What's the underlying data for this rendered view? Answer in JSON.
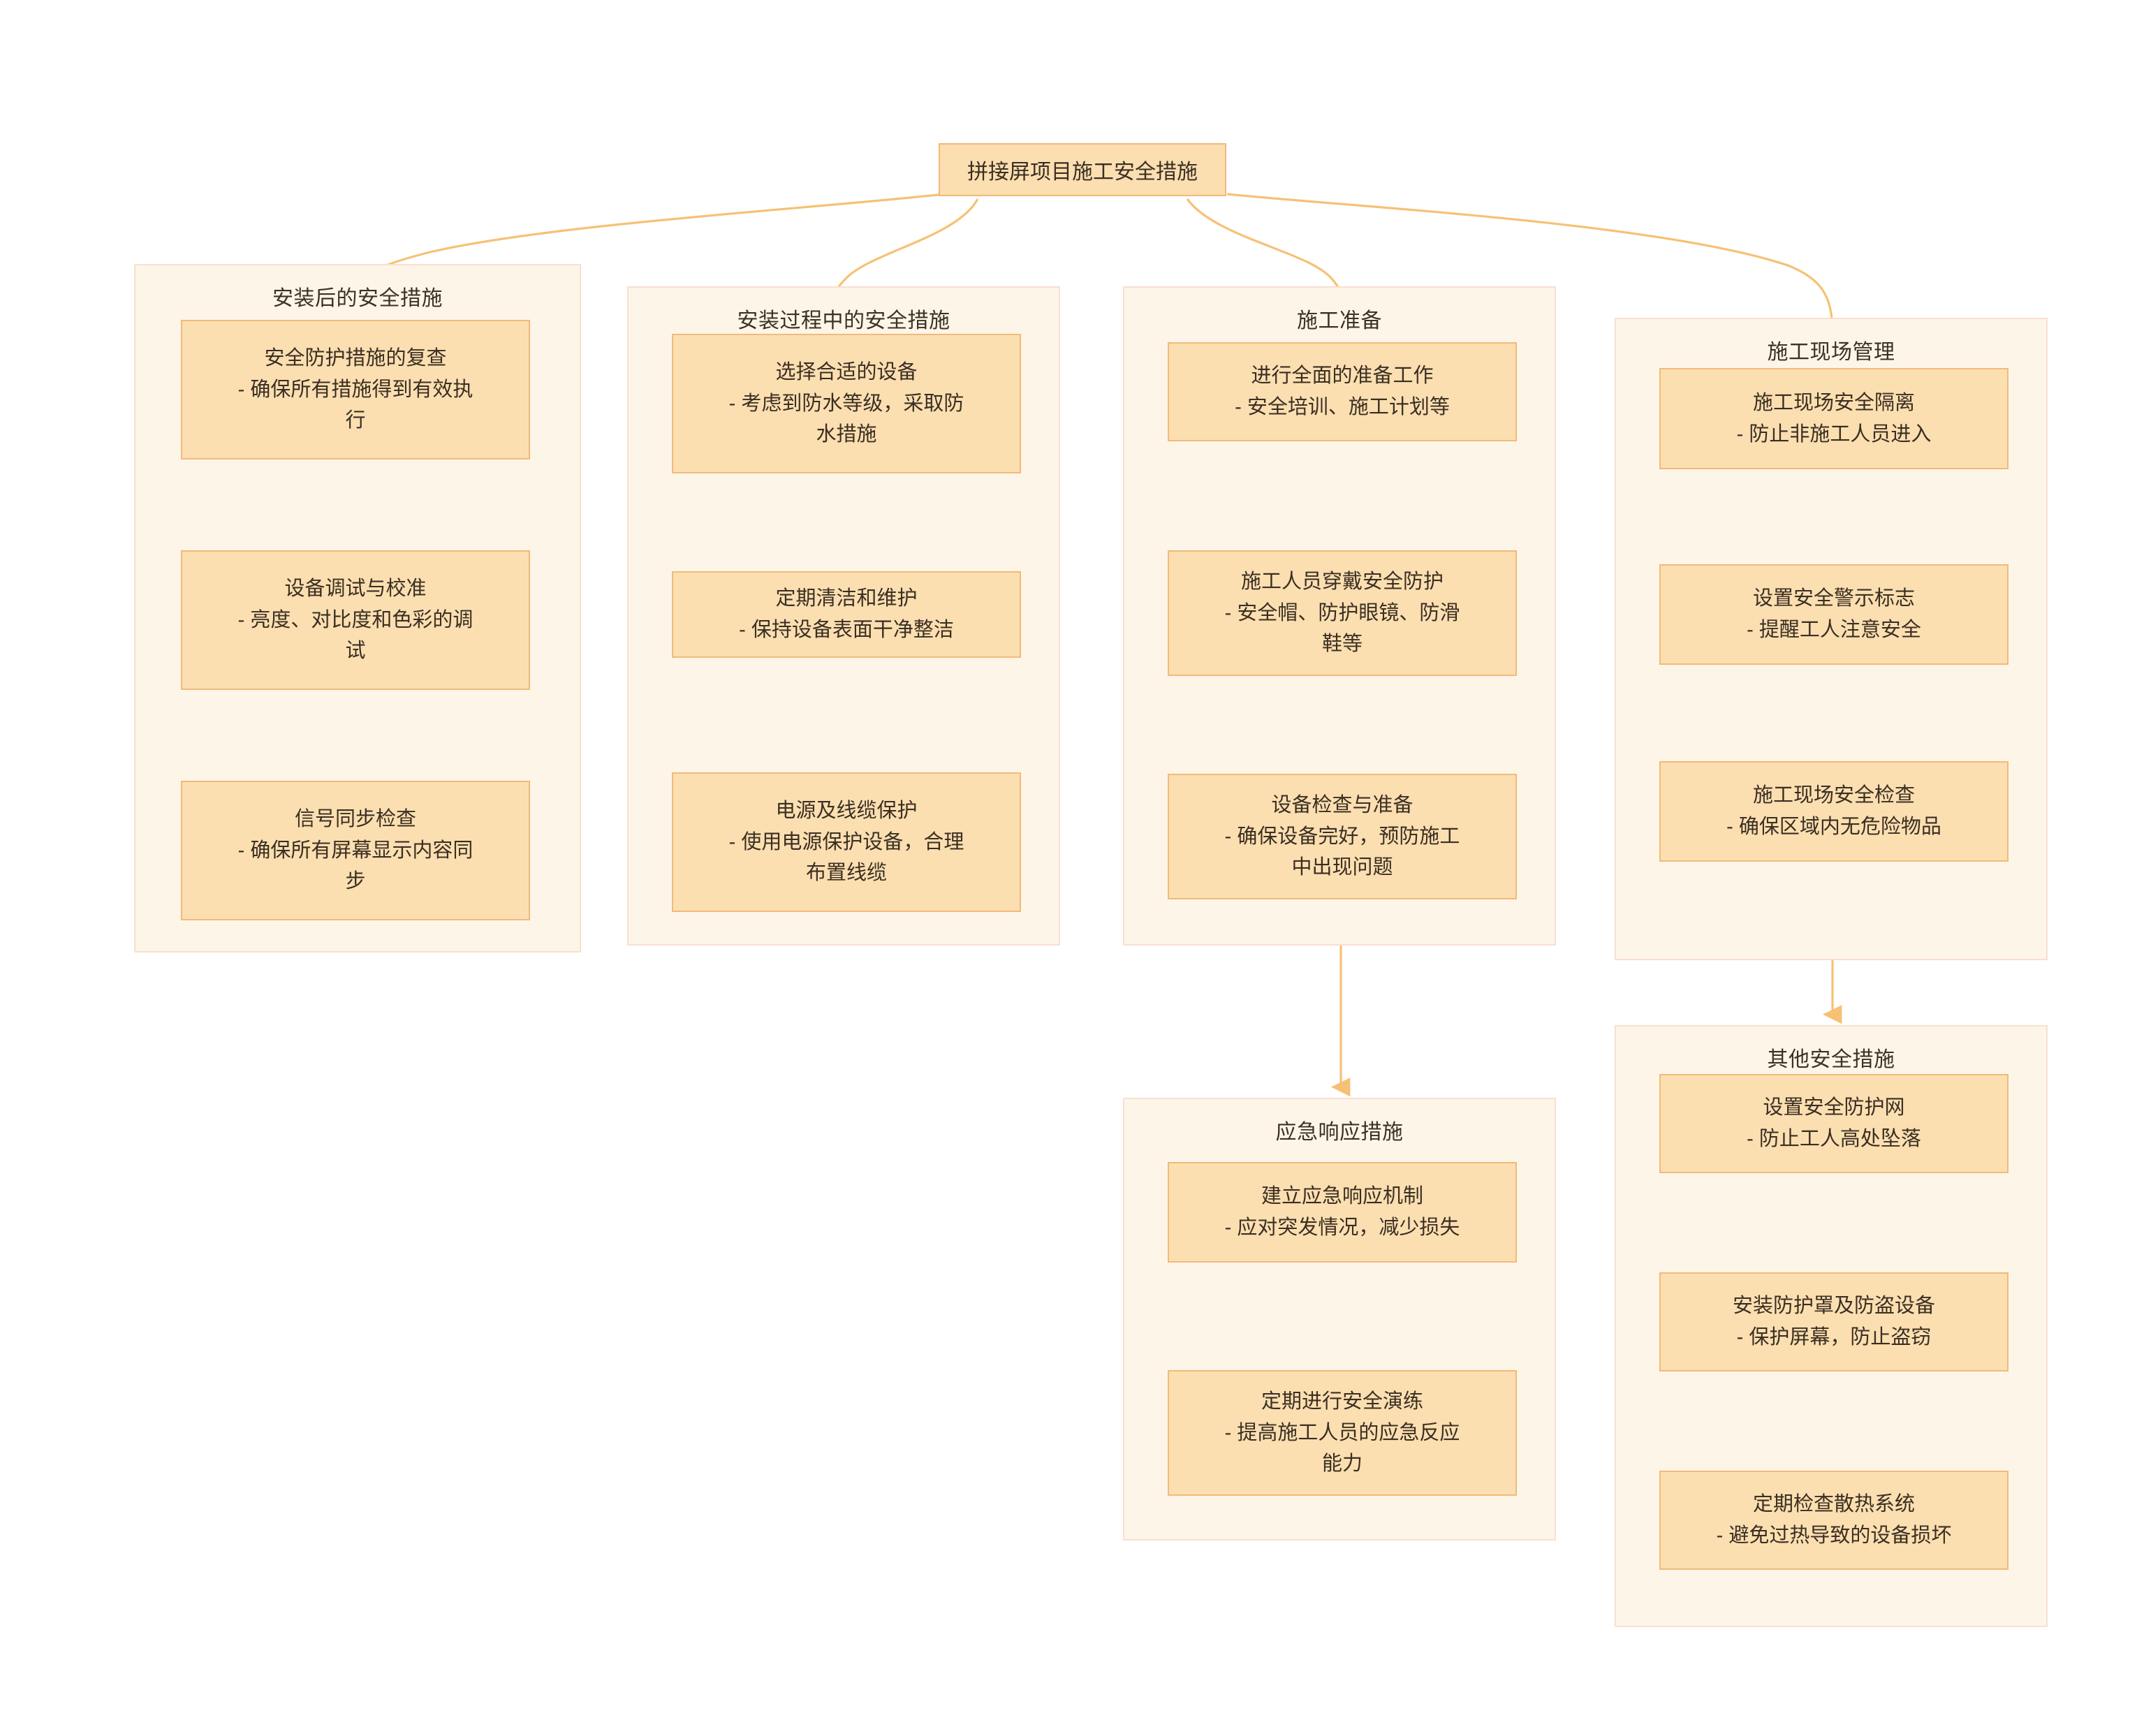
{
  "diagram": {
    "type": "flowchart",
    "title": "拼接屏项目施工安全措施",
    "colors": {
      "node_fill": "#fbdfb1",
      "node_border": "#f3b97a",
      "cluster_fill": "#fdf6e8",
      "cluster_border": "#fadfd0",
      "edge": "#f6c175",
      "text": "#3b2e22",
      "background": "#ffffff"
    }
  },
  "root": {
    "label": "拼接屏项目施工安全措施"
  },
  "clusters": [
    {
      "id": "post-install",
      "title": "安装后的安全措施",
      "nodes": [
        {
          "label": "安全防护措施的复查\n- 确保所有措施得到有效执\n行"
        },
        {
          "label": "设备调试与校准\n- 亮度、对比度和色彩的调\n试"
        },
        {
          "label": "信号同步检查\n- 确保所有屏幕显示内容同\n步"
        }
      ]
    },
    {
      "id": "during-install",
      "title": "安装过程中的安全措施",
      "nodes": [
        {
          "label": "选择合适的设备\n- 考虑到防水等级，采取防\n水措施"
        },
        {
          "label": "定期清洁和维护\n- 保持设备表面干净整洁"
        },
        {
          "label": "电源及线缆保护\n- 使用电源保护设备，合理\n布置线缆"
        }
      ]
    },
    {
      "id": "preparation",
      "title": "施工准备",
      "nodes": [
        {
          "label": "进行全面的准备工作\n- 安全培训、施工计划等"
        },
        {
          "label": "施工人员穿戴安全防护\n- 安全帽、防护眼镜、防滑\n鞋等"
        },
        {
          "label": "设备检查与准备\n- 确保设备完好，预防施工\n中出现问题"
        }
      ]
    },
    {
      "id": "site-management",
      "title": "施工现场管理",
      "nodes": [
        {
          "label": "施工现场安全隔离\n- 防止非施工人员进入"
        },
        {
          "label": "设置安全警示标志\n- 提醒工人注意安全"
        },
        {
          "label": "施工现场安全检查\n- 确保区域内无危险物品"
        }
      ]
    },
    {
      "id": "emergency",
      "title": "应急响应措施",
      "nodes": [
        {
          "label": "建立应急响应机制\n- 应对突发情况，减少损失"
        },
        {
          "label": "定期进行安全演练\n- 提高施工人员的应急反应\n能力"
        }
      ]
    },
    {
      "id": "other",
      "title": "其他安全措施",
      "nodes": [
        {
          "label": "设置安全防护网\n- 防止工人高处坠落"
        },
        {
          "label": "安装防护罩及防盗设备\n- 保护屏幕，防止盗窃"
        },
        {
          "label": "定期检查散热系统\n- 避免过热导致的设备损坏"
        }
      ]
    }
  ]
}
